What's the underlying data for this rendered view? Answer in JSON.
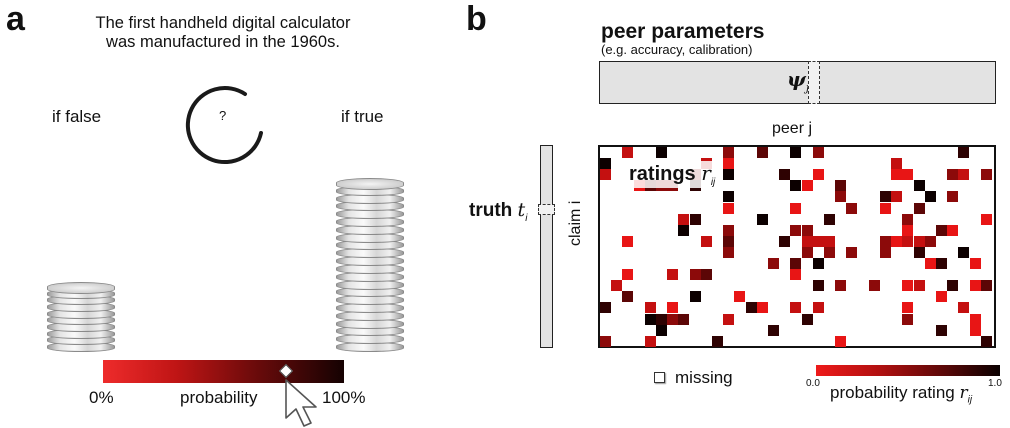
{
  "panel_a": {
    "letter": "a",
    "claim_line1": "The first handheld digital calculator",
    "claim_line2": "was manufactured in the 1960s.",
    "spinner_text": "?",
    "if_false": "if false",
    "if_true": "if true",
    "slider": {
      "label_min": "0%",
      "label_center": "probability",
      "label_max": "100%",
      "value": 0.76
    },
    "coins_false": 9,
    "coins_true": 21
  },
  "panel_b": {
    "letter": "b",
    "peer_title": "peer parameters",
    "peer_subtitle": "(e.g. accuracy, calibration)",
    "psi_symbol": "ψ",
    "psi_sub": "j",
    "peer_axis": "peer j",
    "claim_axis": "claim i",
    "truth_label": "truth",
    "truth_symbol": "t",
    "truth_sub": "i",
    "ratings_label": "ratings",
    "ratings_symbol": "r",
    "ratings_sub": "ij",
    "missing_label": "missing",
    "colorbar": {
      "min": "0.0",
      "max": "1.0",
      "label": "probability rating",
      "symbol": "r",
      "sub": "ij",
      "colors": [
        "#ee1a1a",
        "#0a0000"
      ]
    }
  }
}
